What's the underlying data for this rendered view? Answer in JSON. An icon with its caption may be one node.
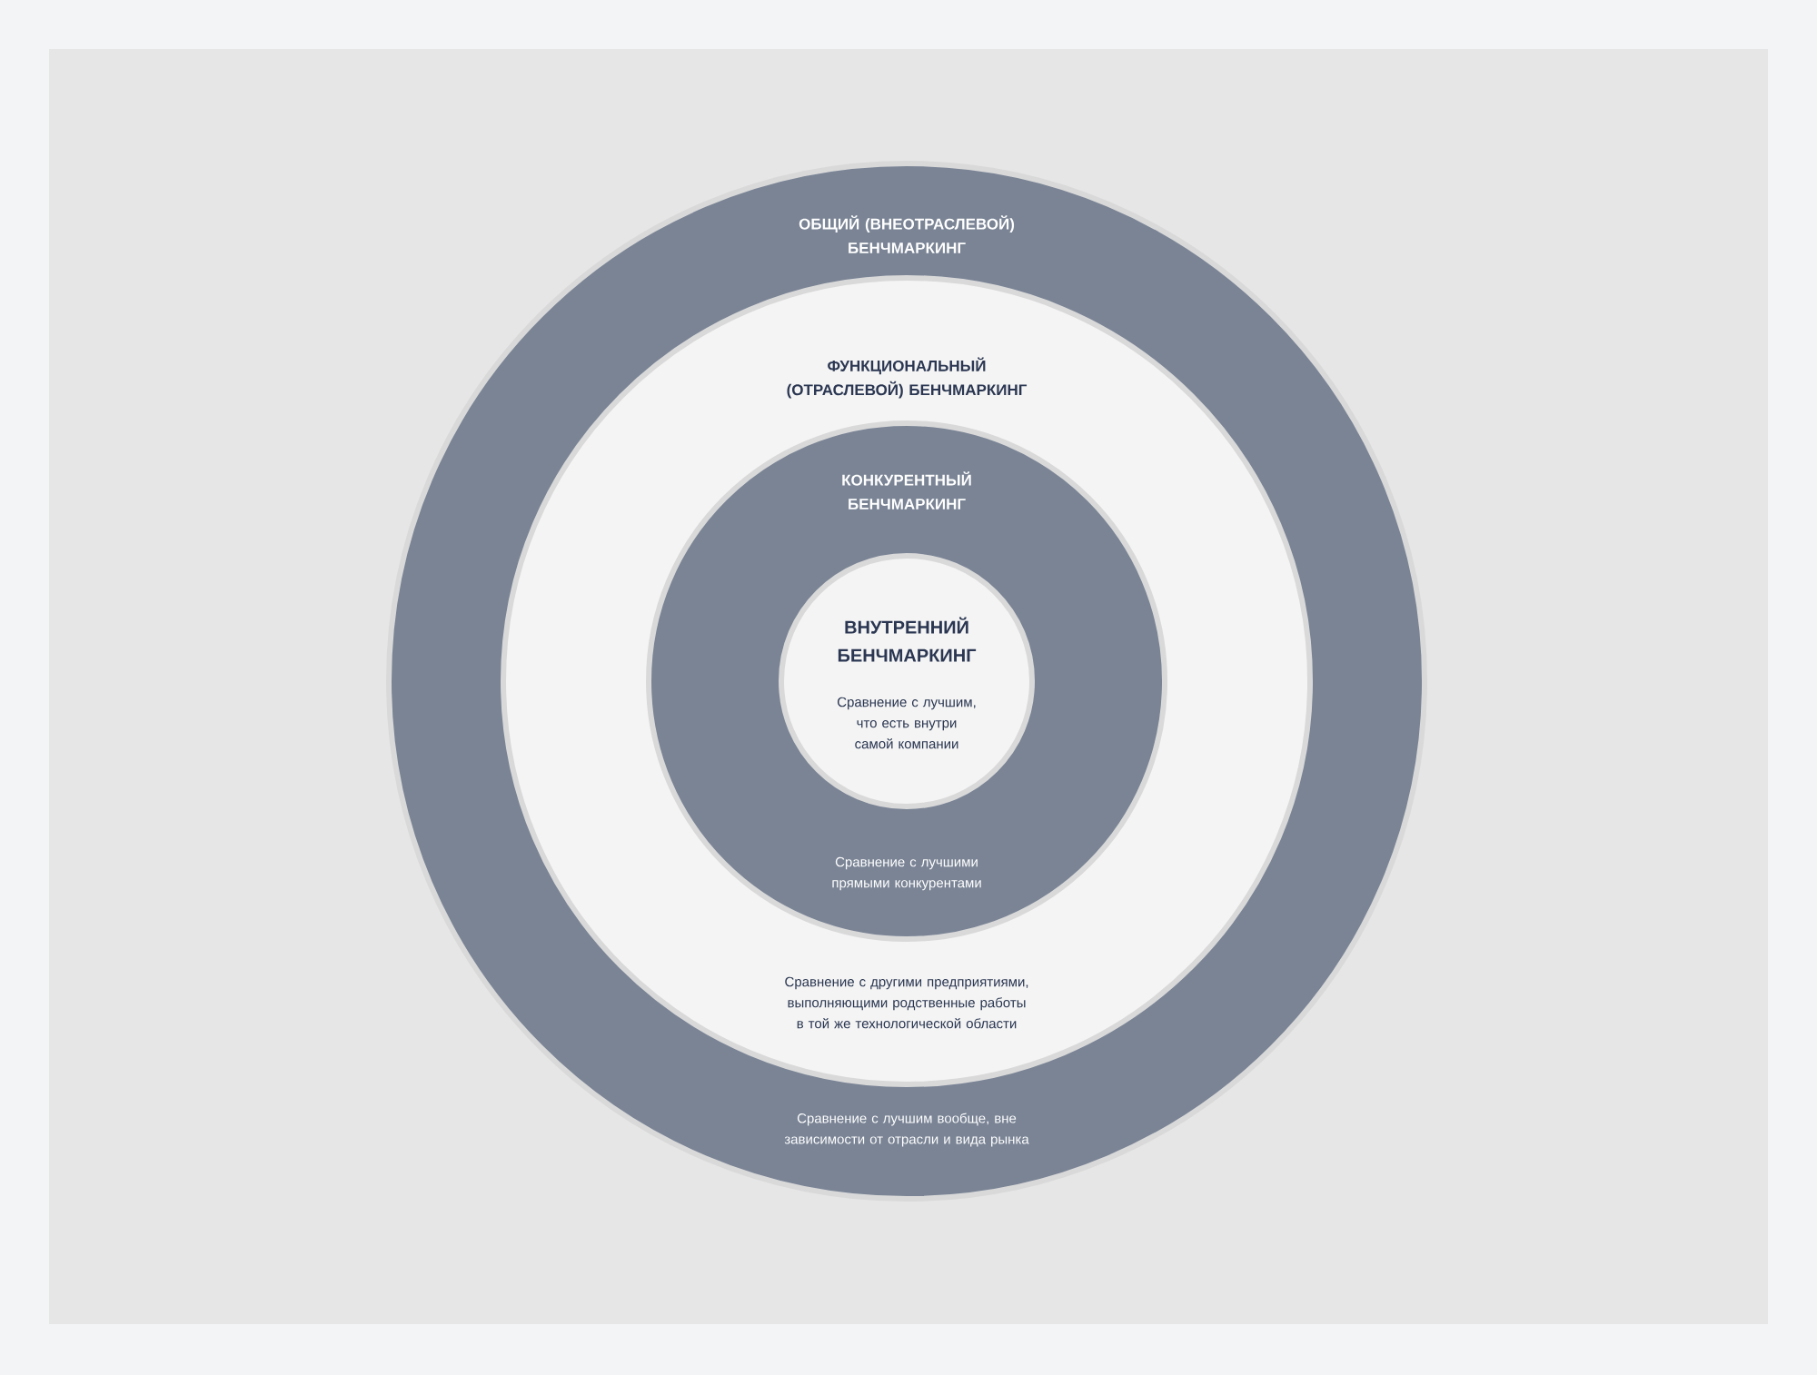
{
  "diagram": {
    "nodes": [
      {
        "text": [
          "ОБЩИЙ (ВНЕОТРАСЛЕВОЙ) БЕНЧМАРКИНГ",
          "Сравнение с лучшим вообще, вне зависимости от отрасли и вида рынка"
        ]
      },
      {
        "text": [
          "ФУНКЦИОНАЛЬНЫЙ (ОТРАСЛЕВОЙ) БЕНЧМАРКИНГ",
          "Сравнение с другими предприятиями, выполняющими родственные работы в той же технологической области"
        ],
        "in": 0
      },
      {
        "text": [
          "КОНКУРЕНТНЫЙ БЕНЧМАРКИНГ",
          "Сравнение с лучшими прямыми конкурентами"
        ],
        "in": 1
      },
      {
        "text": [
          "ВНУТРЕННИЙ БЕНЧМАРКИНГ",
          "Сравнение с лучшим, что есть внутри самой компании"
        ],
        "in": 2
      }
    ]
  }
}
